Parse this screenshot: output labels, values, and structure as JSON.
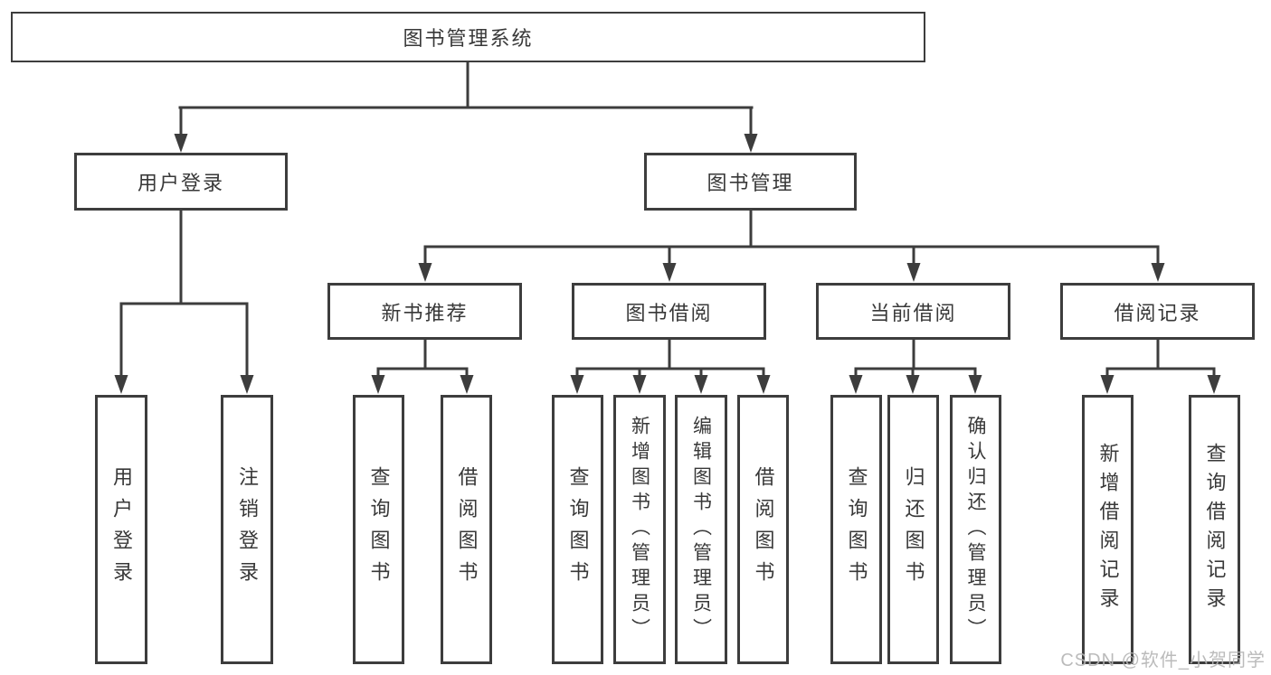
{
  "colors": {
    "line": "#3d3d3d",
    "text": "#383838",
    "boxbg": "#ffffff",
    "watermark": "#b4b4b4"
  },
  "diagram": {
    "root": {
      "label": "图书管理系统"
    },
    "user_login": {
      "label": "用户登录",
      "children": {
        "login": {
          "label": "用户登录"
        },
        "logout": {
          "label": "注销登录"
        }
      }
    },
    "book_mgmt": {
      "label": "图书管理",
      "new_book": {
        "label": "新书推荐",
        "children": {
          "query": {
            "label": "查询图书"
          },
          "borrow": {
            "label": "借阅图书"
          }
        }
      },
      "book_borrow": {
        "label": "图书借阅",
        "children": {
          "query": {
            "label": "查询图书"
          },
          "add": {
            "label": "新增图书（管理员）"
          },
          "edit": {
            "label": "编辑图书（管理员）"
          },
          "borrow": {
            "label": "借阅图书"
          }
        }
      },
      "current_borrow": {
        "label": "当前借阅",
        "children": {
          "query": {
            "label": "查询图书"
          },
          "return": {
            "label": "归还图书"
          },
          "confirm": {
            "label": "确认归还（管理员）"
          }
        }
      },
      "borrow_records": {
        "label": "借阅记录",
        "children": {
          "add": {
            "label": "新增借阅记录"
          },
          "query": {
            "label": "查询借阅记录"
          }
        }
      }
    }
  },
  "watermark": {
    "text": "CSDN @软件_小贺同学"
  }
}
